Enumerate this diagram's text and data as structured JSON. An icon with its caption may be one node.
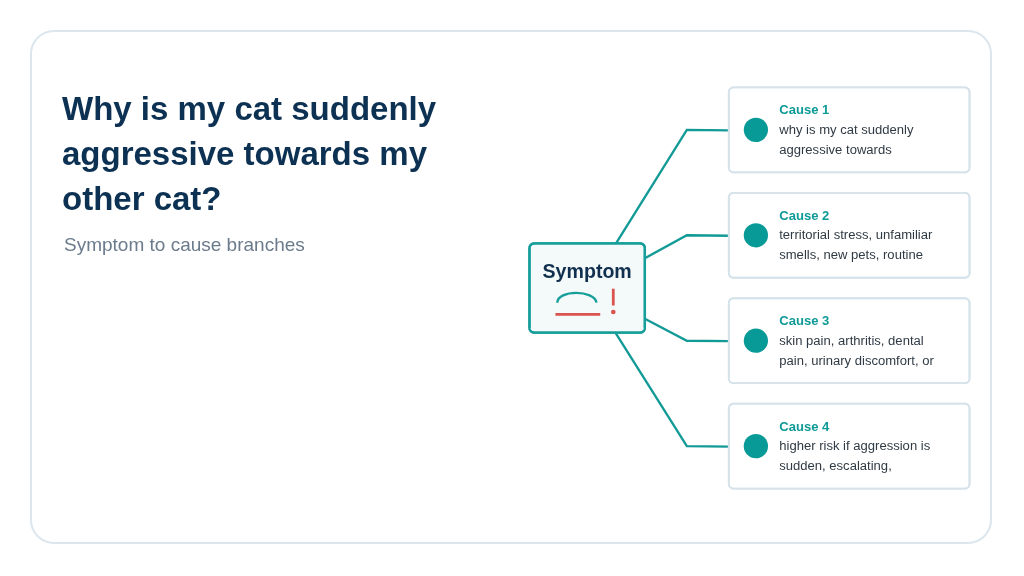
{
  "diagram": {
    "title": "Why is my cat suddenly aggressive towards my other cat?",
    "nodes": [
      {
        "text": [
          "Symptom"
        ]
      },
      {
        "text": [
          "Cause 1",
          "why is my cat suddenly aggressive towards"
        ]
      },
      {
        "text": [
          "Cause 2",
          "territorial stress, unfamiliar smells, new pets, routine"
        ]
      },
      {
        "text": [
          "Cause 3",
          "skin pain, arthritis, dental pain, urinary discomfort, or"
        ]
      },
      {
        "text": [
          "Cause 4",
          "higher risk if aggression is sudden, escalating,"
        ]
      }
    ],
    "edges": [
      {
        "from": 0,
        "to": 1,
        "arrow": "none"
      },
      {
        "from": 0,
        "to": 2,
        "arrow": "none"
      },
      {
        "from": 0,
        "to": 3,
        "arrow": "none"
      },
      {
        "from": 0,
        "to": 4,
        "arrow": "none"
      }
    ],
    "labels": [
      "Symptom to cause branches"
    ]
  }
}
